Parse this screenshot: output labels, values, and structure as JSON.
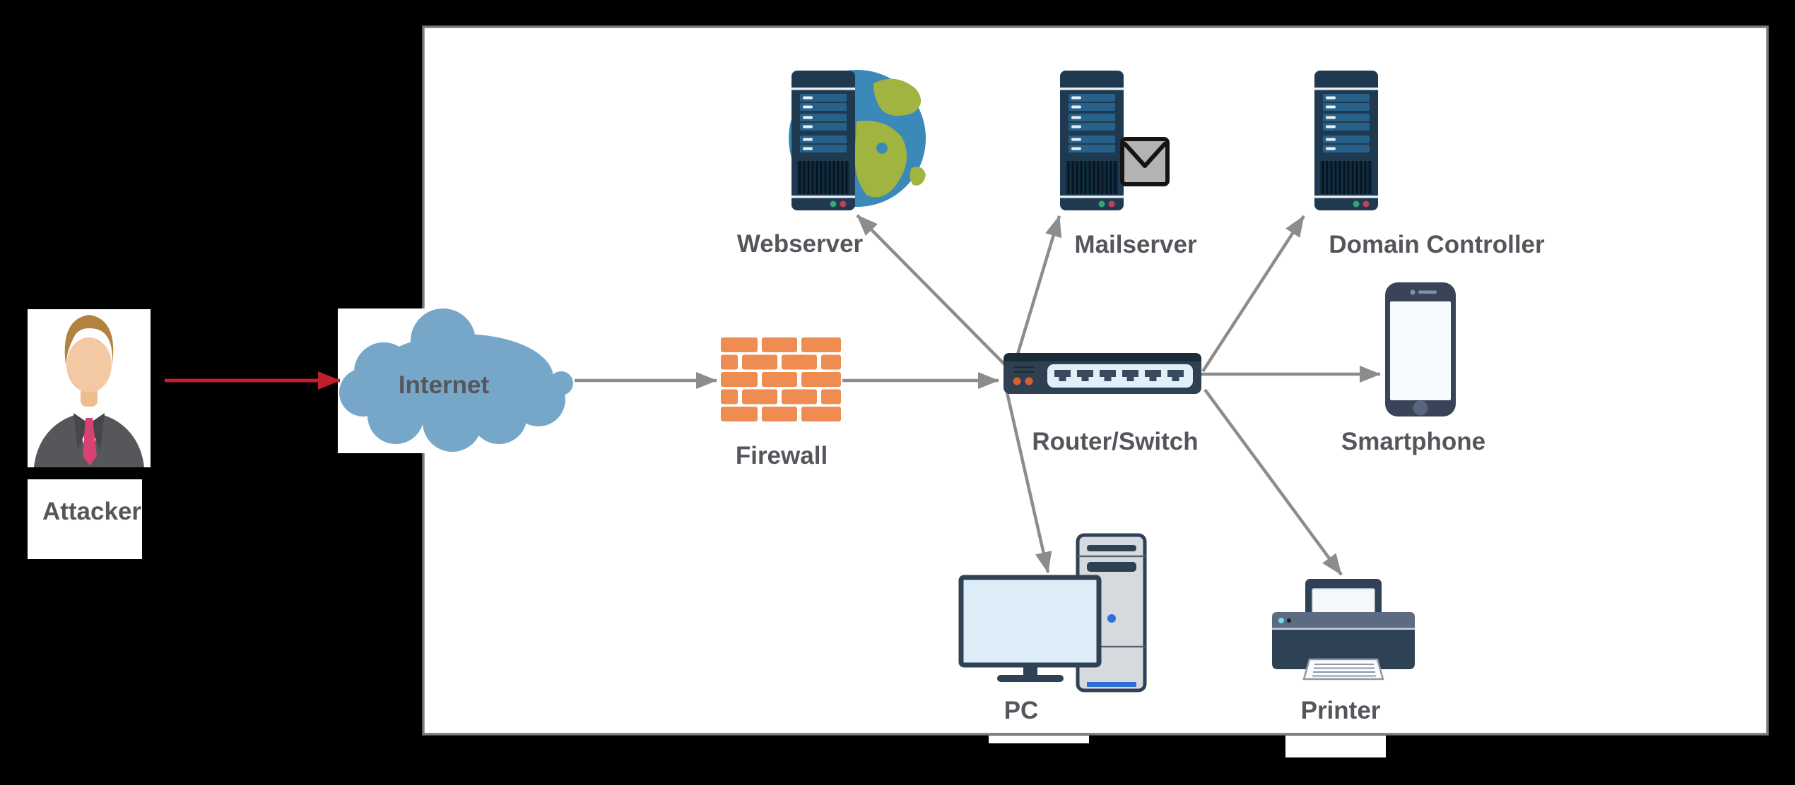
{
  "diagram_type": "network-attack-diagram",
  "nodes": [
    {
      "id": "attacker",
      "label": "Attacker",
      "icon": "businessman-avatar-icon"
    },
    {
      "id": "internet",
      "label": "Internet",
      "icon": "cloud-icon"
    },
    {
      "id": "firewall",
      "label": "Firewall",
      "icon": "brick-wall-icon"
    },
    {
      "id": "router",
      "label": "Router/Switch",
      "icon": "switch-6-port-icon"
    },
    {
      "id": "webserver",
      "label": "Webserver",
      "icon": "server-tower-with-globe-icon"
    },
    {
      "id": "mailserver",
      "label": "Mailserver",
      "icon": "server-tower-with-envelope-icon"
    },
    {
      "id": "domain_controller",
      "label": "Domain Controller",
      "icon": "server-tower-icon"
    },
    {
      "id": "smartphone",
      "label": "Smartphone",
      "icon": "smartphone-icon"
    },
    {
      "id": "pc",
      "label": "PC",
      "icon": "desktop-computer-icon"
    },
    {
      "id": "printer",
      "label": "Printer",
      "icon": "printer-icon"
    }
  ],
  "edges": [
    {
      "from": "attacker",
      "to": "internet",
      "style": "red-arrow"
    },
    {
      "from": "internet",
      "to": "firewall",
      "style": "gray-arrow"
    },
    {
      "from": "firewall",
      "to": "router",
      "style": "gray-arrow"
    },
    {
      "from": "router",
      "to": "webserver",
      "style": "gray-arrow"
    },
    {
      "from": "router",
      "to": "mailserver",
      "style": "gray-arrow"
    },
    {
      "from": "router",
      "to": "domain_controller",
      "style": "gray-arrow"
    },
    {
      "from": "router",
      "to": "smartphone",
      "style": "gray-arrow"
    },
    {
      "from": "router",
      "to": "pc",
      "style": "gray-arrow"
    },
    {
      "from": "router",
      "to": "printer",
      "style": "gray-arrow"
    }
  ],
  "colors": {
    "c-text": "#55565B",
    "c-border": "#7A7A7A",
    "c-arrow": "#8C8C8C",
    "c-red": "#C0202E",
    "c-cloud": "#76A7C9",
    "c-brick": "#EF8C52",
    "c-server": "#1F3A50",
    "c-stripe": "#27618A",
    "c-router": "#2F4053",
    "c-panel": "#DFF0F9",
    "c-orangedot": "#D2622F",
    "c-sea": "#3A89B8",
    "c-land": "#A2B440",
    "c-envelope": "#B3B3B3",
    "c-slate": "#2F4155",
    "c-towergray": "#D6D9DD",
    "c-blue": "#2D6FD9",
    "c-screen": "#DCEDF7",
    "c-band": "#5C6A82",
    "c-phone": "#3A4459",
    "c-skin": "#F2C9A2",
    "c-hair": "#B1833E",
    "c-suit": "#56575A",
    "c-tie": "#D84170"
  }
}
